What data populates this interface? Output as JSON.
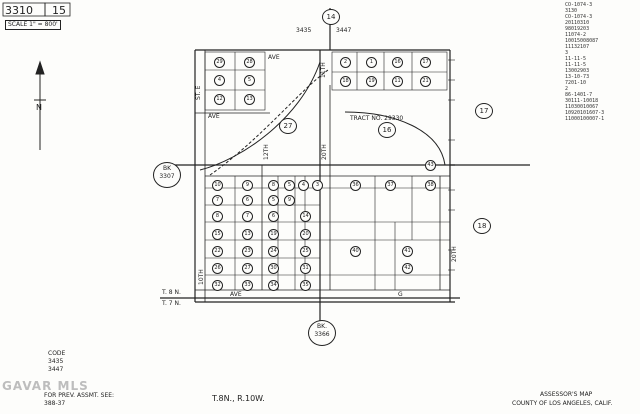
{
  "header": {
    "page_left": "3310",
    "page_right": "15",
    "scale": "SCALE 1\" = 800'"
  },
  "grid": {
    "section_top": "14",
    "code_left": "3435",
    "code_right": "3447",
    "section_27": "27",
    "section_16": "16",
    "section_17": "17",
    "section_18": "18"
  },
  "references": {
    "bk_left": {
      "line1": "BK",
      "line2": "3307"
    },
    "bk_bottom": {
      "line1": "BK.",
      "line2": "3366"
    }
  },
  "tract": "TRACT NO. 29330",
  "streets": {
    "st_e": "ST. E",
    "ave_top": "AVE",
    "ave_mid": "AVE",
    "ave_bottom": "AVE",
    "ave_g": "G",
    "st_12th": "12TH",
    "st_11th": "11TH",
    "st_10th": "10TH",
    "st_20th": "20TH",
    "st_20th_right": "20TH"
  },
  "township": {
    "t8n": "T. 8 N.",
    "t7n": "T. 7 N.",
    "line": "T.8N., R.10W."
  },
  "code_block": {
    "title": "CODE",
    "line1": "3435",
    "line2": "3447"
  },
  "footer": {
    "left_label": "FOR PREV. ASSMT. SEE:",
    "left_ref": "388-37",
    "center": "T.8N., R.10W.",
    "right_line1": "ASSESSOR'S MAP",
    "right_line2": "COUNTY OF LOS ANGELES, CALIF."
  },
  "watermark": "GAVAR MLS",
  "north_arrow": "N",
  "parcels": [
    "29",
    "28",
    "4",
    "5",
    "12",
    "13",
    "2",
    "1",
    "16",
    "17",
    "18",
    "19",
    "11",
    "21",
    "10",
    "9",
    "8",
    "5",
    "4",
    "3",
    "7",
    "6",
    "5",
    "9",
    "8",
    "7",
    "6",
    "14",
    "15",
    "13",
    "19",
    "20",
    "22",
    "23",
    "24",
    "25",
    "26",
    "27",
    "30",
    "31",
    "32",
    "33",
    "34",
    "35",
    "36",
    "37",
    "38",
    "40",
    "41",
    "42",
    "43"
  ],
  "record_numbers": [
    "CO-1074-3",
    "3130",
    "CO-1074-3",
    "20110310",
    "98019203",
    "11074-2",
    "10015008087",
    "11132107",
    "3",
    "11-11-5",
    "11-11-5",
    "13002903",
    "13-10-73",
    "7201-10",
    "2",
    "86-1401-7",
    "30111-10018",
    "11030010067",
    "10920101607-3",
    "11000100007-1"
  ]
}
